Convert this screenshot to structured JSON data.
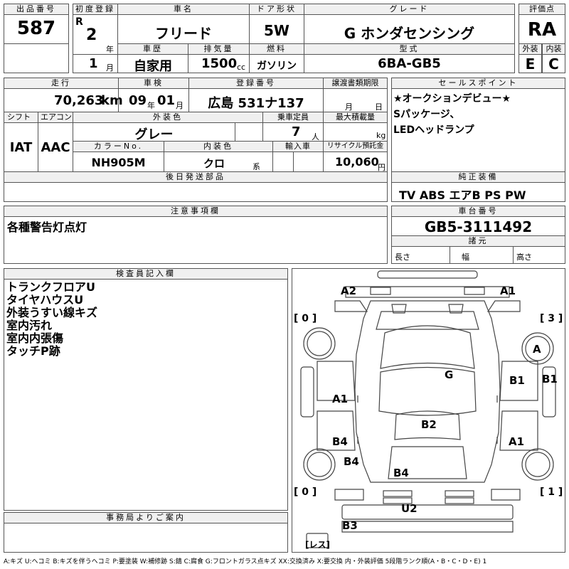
{
  "header": {
    "lot_label": "出品番号",
    "lot": "587",
    "first_reg_label": "初度登録",
    "era": "R",
    "year": "2",
    "year_unit": "年",
    "month": "1",
    "month_unit": "月",
    "car_name_label": "車名",
    "car_name": "フリード",
    "door_label": "ドア形状",
    "door": "5W",
    "grade_label": "グレード",
    "grade": "G ホンダセンシング",
    "score_label": "評価点",
    "score": "RA",
    "history_label": "車歴",
    "history": "自家用",
    "displacement_label": "排気量",
    "displacement": "1500",
    "displacement_unit": "cc",
    "fuel_label": "燃料",
    "fuel": "ガソリン",
    "model_label": "型式",
    "model": "6BA-GB5",
    "exterior_label": "外装",
    "exterior": "E",
    "interior_label": "内装",
    "interior": "C"
  },
  "row2": {
    "mileage_label": "走行",
    "mileage": "70,263",
    "mileage_unit": "km",
    "inspection_label": "車検",
    "insp_year": "09",
    "insp_year_unit": "年",
    "insp_month": "01",
    "insp_month_unit": "月",
    "reg_no_label": "登録番号",
    "reg_no": "広島 531ナ137",
    "transfer_label": "譲渡書類期限",
    "transfer_month": "月",
    "transfer_day": "日",
    "shift_label": "シフト",
    "shift": "IAT",
    "ac_label": "エアコン",
    "ac": "AAC",
    "color_label": "外装色",
    "color": "グレー",
    "capacity_label": "乗車定員",
    "capacity": "7",
    "capacity_unit": "人",
    "load_label": "最大積載量",
    "load_unit": "kg",
    "color_no_label": "カラーNo.",
    "color_no": "NH905M",
    "interior_color_label": "内装色",
    "interior_color": "クロ",
    "interior_color_unit": "系",
    "import_label": "輸入車",
    "recycle_label": "リサイクル預託金",
    "recycle": "10,060",
    "recycle_unit": "円",
    "later_parts_label": "後日発送部品"
  },
  "sales": {
    "label": "セールスポイント",
    "lines": [
      "★オークションデビュー★",
      "Sパッケージ、",
      "LEDヘッドランプ"
    ]
  },
  "equipment": {
    "label": "純正装備",
    "value": "TV ABS エアB PS PW"
  },
  "cautions": {
    "label": "注意事項欄",
    "value": "各種警告灯点灯"
  },
  "chassis": {
    "label": "車台番号",
    "value": "GB5-3111492",
    "specs_label": "諸元",
    "length_label": "長さ",
    "width_label": "幅",
    "height_label": "高さ"
  },
  "inspector": {
    "label": "検査員記入欄",
    "lines": [
      "トランクフロアU",
      "タイヤハウスU",
      "外装うすい線キズ",
      "室内汚れ",
      "室内内張傷",
      "タッチP跡"
    ]
  },
  "diagram": {
    "marks": [
      "A2",
      "A1",
      "A",
      "G",
      "B1",
      "B1",
      "A1",
      "B2",
      "B4",
      "A1",
      "B4",
      "B4",
      "U2",
      "B3"
    ],
    "corners": [
      "[ 0 ]",
      "[ 3 ]",
      "[ 0 ]",
      "[ 1 ]"
    ],
    "res": "[レス]"
  },
  "office": {
    "label": "事務局よりご案内"
  },
  "legend": "A:キズ U:ヘコミ B:キズを伴うヘコミ P:要塗装 W:補修跡 S:錆 C:腐食 G:フロントガラス点キズ XX:交換済み X:要交換 内・外装評価 5段階ランク順(A・B・C・D・E) 1"
}
